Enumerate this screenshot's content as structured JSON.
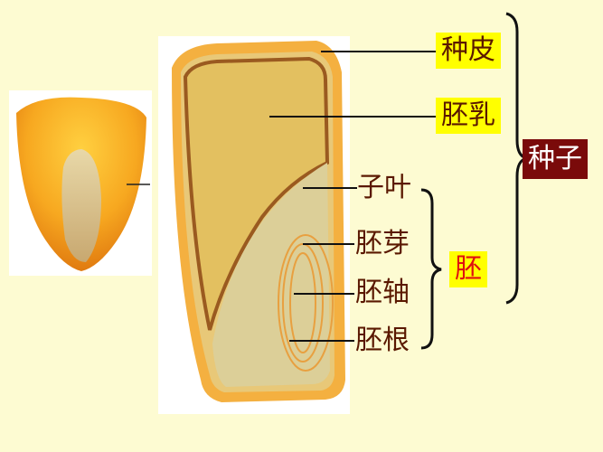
{
  "labels": {
    "seed_coat": "种皮",
    "endosperm": "胚乳",
    "cotyledon": "子叶",
    "plumule": "胚芽",
    "hypocotyl": "胚轴",
    "radicle": "胚根",
    "embryo": "胚",
    "seed": "种子"
  },
  "colors": {
    "background": "#fdfbd2",
    "label_highlight": "#ffff00",
    "label_text": "#5a1800",
    "embryo_text": "#e01010",
    "seed_box": "#7a0a0a"
  }
}
